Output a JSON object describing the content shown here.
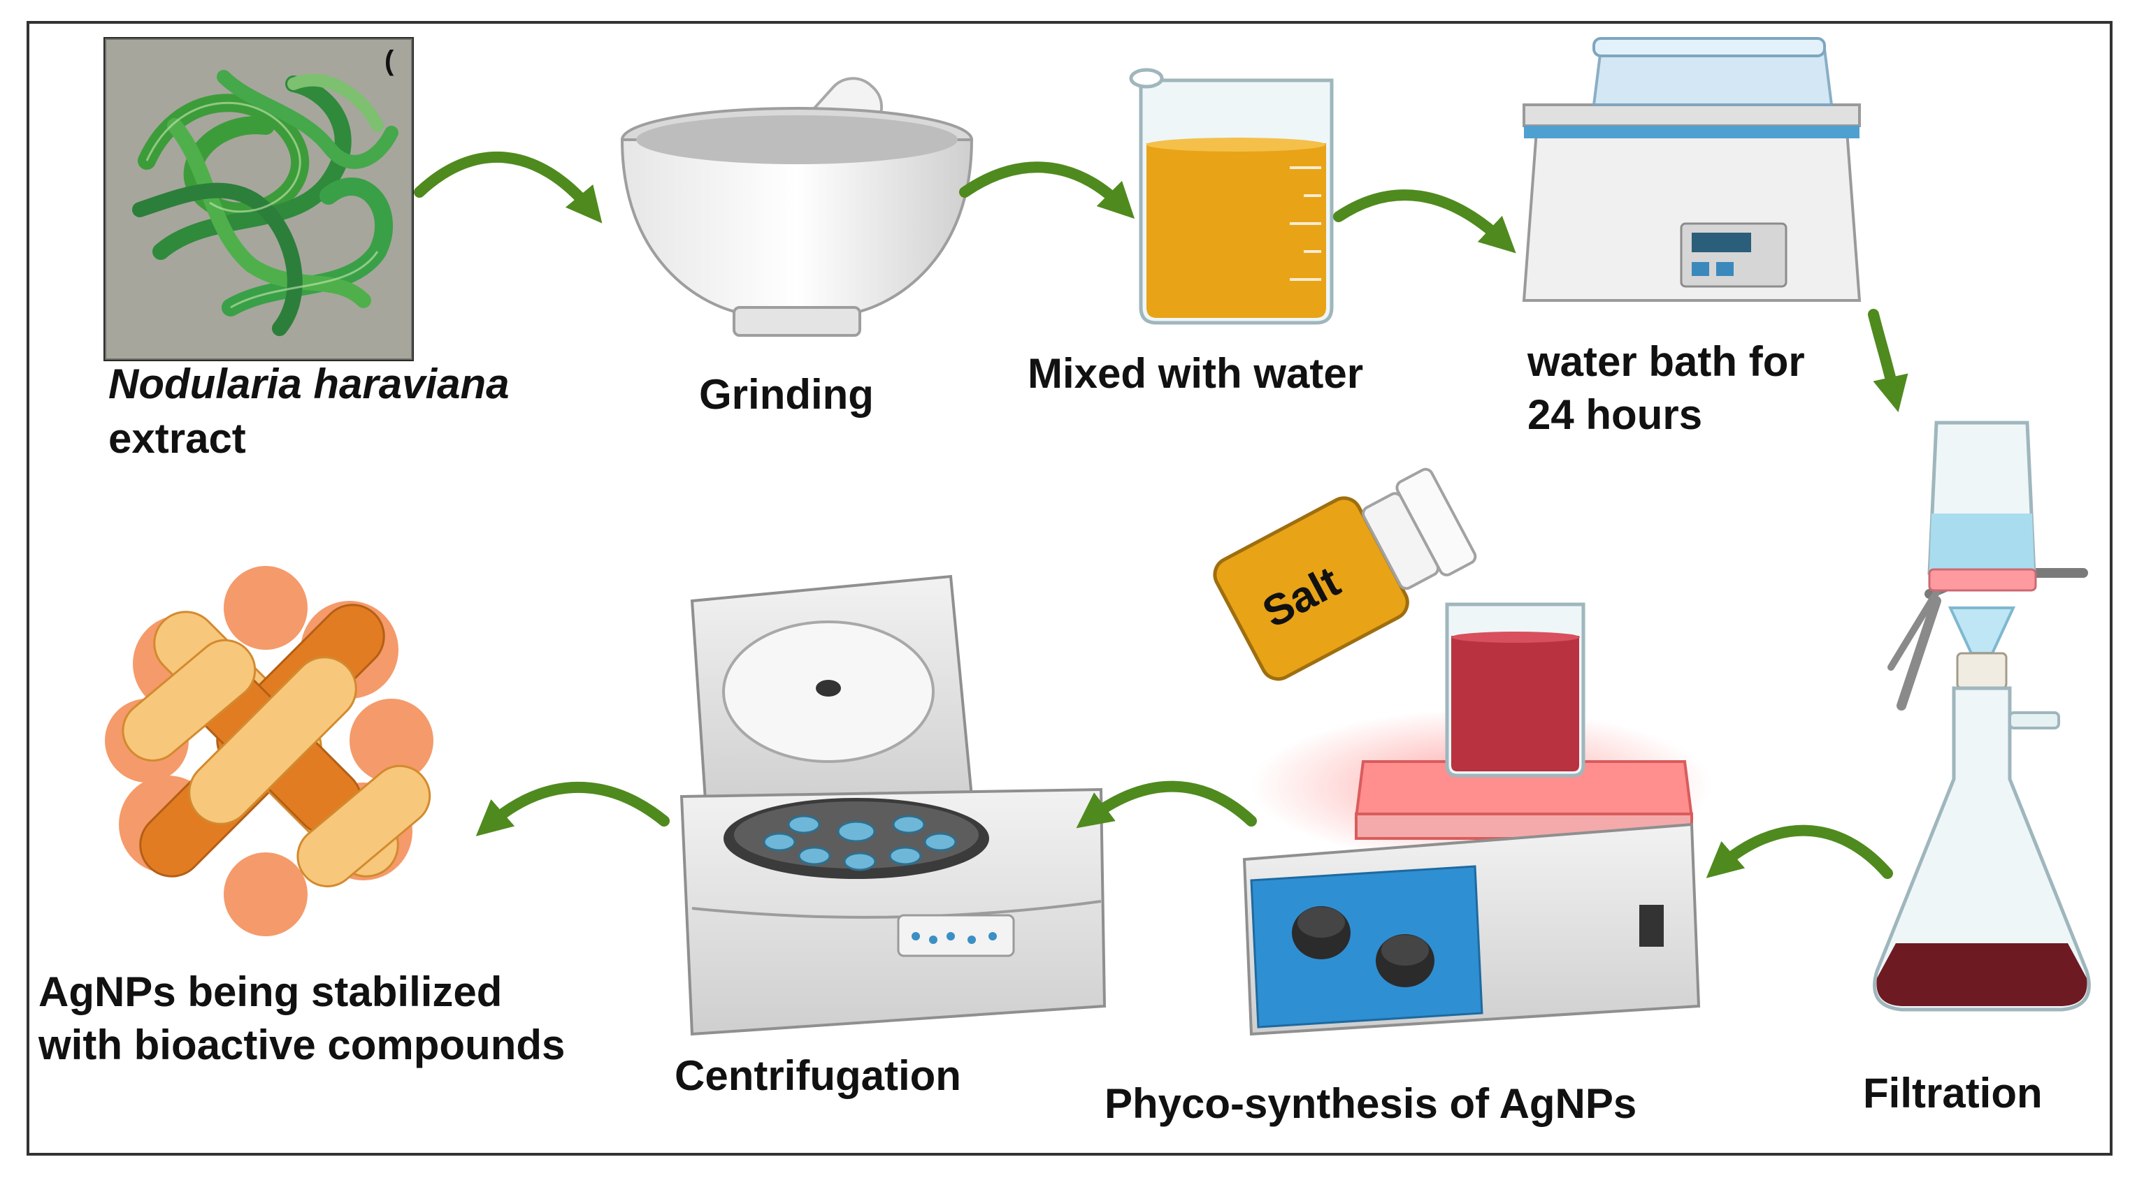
{
  "steps": {
    "extract": {
      "species": "Nodularia haraviana",
      "suffix": "extract"
    },
    "grinding": "Grinding",
    "mixed": "Mixed with water",
    "water_bath": {
      "line1": "water bath for",
      "line2": "24 hours"
    },
    "filtration": "Filtration",
    "phyco": "Phyco-synthesis of AgNPs",
    "centrifugation": "Centrifugation",
    "agnps": {
      "line1": "AgNPs being stabilized",
      "line2": "with bioactive compounds"
    }
  },
  "salt_label": "Salt",
  "photo_corner_mark": "(",
  "colors": {
    "arrow": "#4f8a1e",
    "liquid_yellow": "#e8a317",
    "liquid_red": "#b8323f",
    "liquid_dark_red": "#6e1a22",
    "water_blue": "#a9dcef",
    "panel_blue": "#2f8fd3",
    "particle_orange": "#e17c22",
    "particle_yellow": "#f7c77b",
    "particle_salmon": "#f59a6a",
    "frame": "#333333"
  }
}
